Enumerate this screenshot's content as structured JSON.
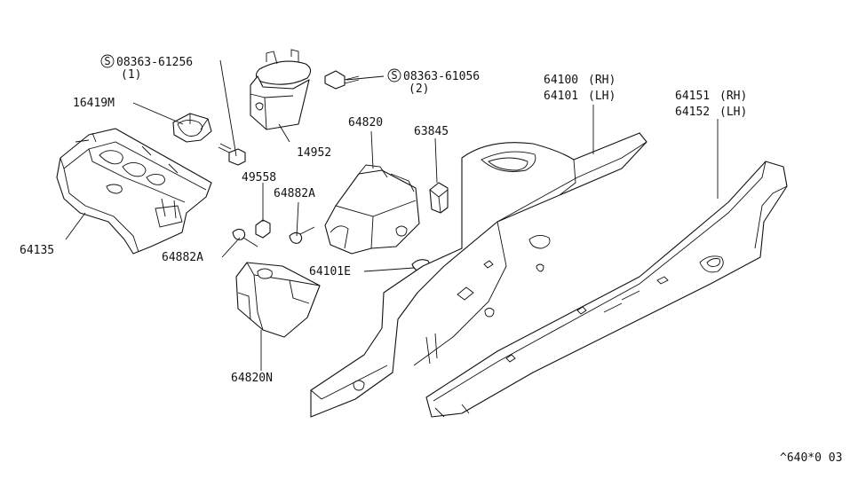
{
  "parts": {
    "p08363_61256": {
      "symbol": "S",
      "number": "08363-61256",
      "qty": "(1)"
    },
    "p16419M": {
      "number": "16419M"
    },
    "p64135": {
      "number": "64135"
    },
    "p14952": {
      "number": "14952"
    },
    "p08363_61056": {
      "symbol": "S",
      "number": "08363-61056",
      "qty": "(2)"
    },
    "p49558": {
      "number": "49558"
    },
    "p64882A_upper": {
      "number": "64882A"
    },
    "p64882A_lower": {
      "number": "64882A"
    },
    "p64820": {
      "number": "64820"
    },
    "p63845": {
      "number": "63845"
    },
    "p64101E": {
      "number": "64101E"
    },
    "p64820N": {
      "number": "64820N"
    },
    "p64100": {
      "number": "64100",
      "side": "(RH)"
    },
    "p64101": {
      "number": "64101",
      "side": "(LH)"
    },
    "p64151": {
      "number": "64151",
      "side": "(RH)"
    },
    "p64152": {
      "number": "64152",
      "side": "(LH)"
    }
  },
  "footer": {
    "code": "^640*0 03"
  }
}
